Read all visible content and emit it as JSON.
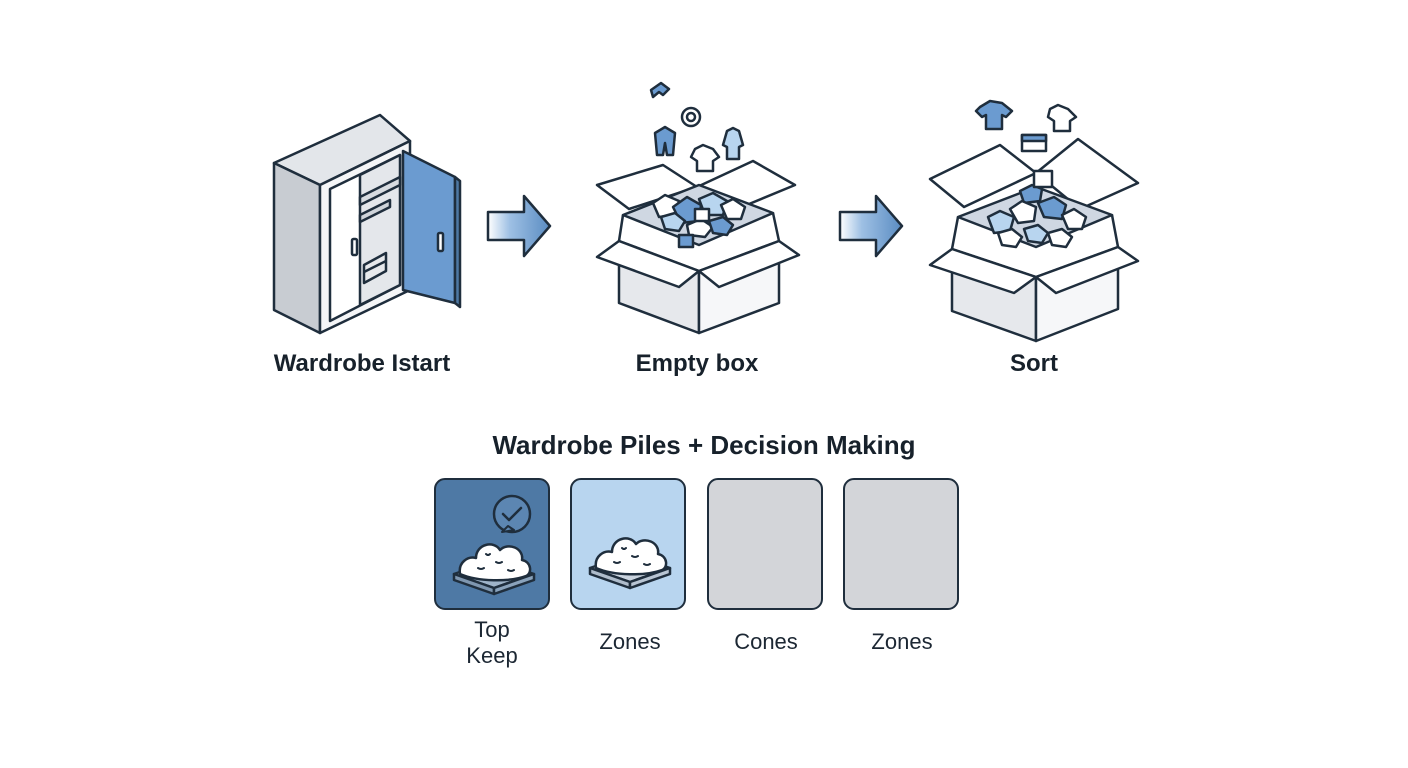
{
  "steps": [
    {
      "label": "Wardrobe Istart"
    },
    {
      "label": "Empty box"
    },
    {
      "label": "Sort"
    }
  ],
  "section_title": "Wardrobe Piles + Decision Making",
  "piles": [
    {
      "label_line1": "Top",
      "label_line2": "Keep",
      "fill": "#4e79a5",
      "selected": true
    },
    {
      "label_line1": "Zones",
      "fill": "#b8d5ef"
    },
    {
      "label_line1": "Cones",
      "fill": "#d3d5d9"
    },
    {
      "label_line1": "Zones",
      "fill": "#d3d5d9"
    }
  ],
  "colors": {
    "accent_blue": "#6699cc",
    "outline": "#1f2e3d",
    "light_gray": "#e8eaed"
  },
  "icons": [
    "wardrobe-icon",
    "arrow-right-icon",
    "open-box-icon",
    "clothing-icon",
    "checkmark-icon",
    "pile-icon"
  ]
}
